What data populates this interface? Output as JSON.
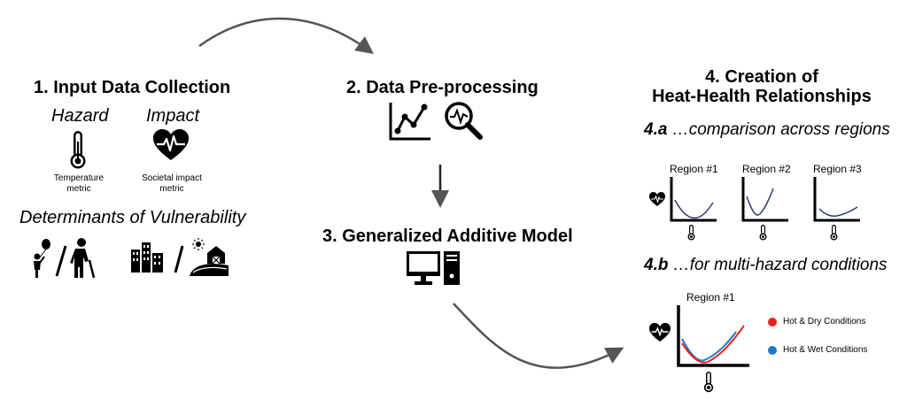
{
  "steps": {
    "s1": {
      "title": "1. Input Data Collection",
      "hazard": "Hazard",
      "impact": "Impact",
      "temp_caption_1": "Temperature",
      "temp_caption_2": "metric",
      "impact_caption_1": "Societal impact",
      "impact_caption_2": "metric",
      "determinants": "Determinants of Vulnerability"
    },
    "s2": {
      "title": "2. Data Pre-processing"
    },
    "s3": {
      "title": "3. Generalized Additive Model"
    },
    "s4": {
      "title_line1": "4. Creation of",
      "title_line2": "Heat-Health Relationships"
    }
  },
  "sub_a": {
    "num": "4.a",
    "text": " …comparison across regions"
  },
  "sub_b": {
    "num": "4.b",
    "text": " …for multi-hazard conditions"
  },
  "regions": [
    "Region #1",
    "Region #2",
    "Region #3"
  ],
  "multi_region": "Region #1",
  "legend": [
    {
      "label": "Hot & Dry Conditions",
      "color": "#e8221b"
    },
    {
      "label": "Hot & Wet Conditions",
      "color": "#1f78c8"
    }
  ],
  "colors": {
    "curve": "#2f3d7a",
    "arrow": "#555555"
  }
}
